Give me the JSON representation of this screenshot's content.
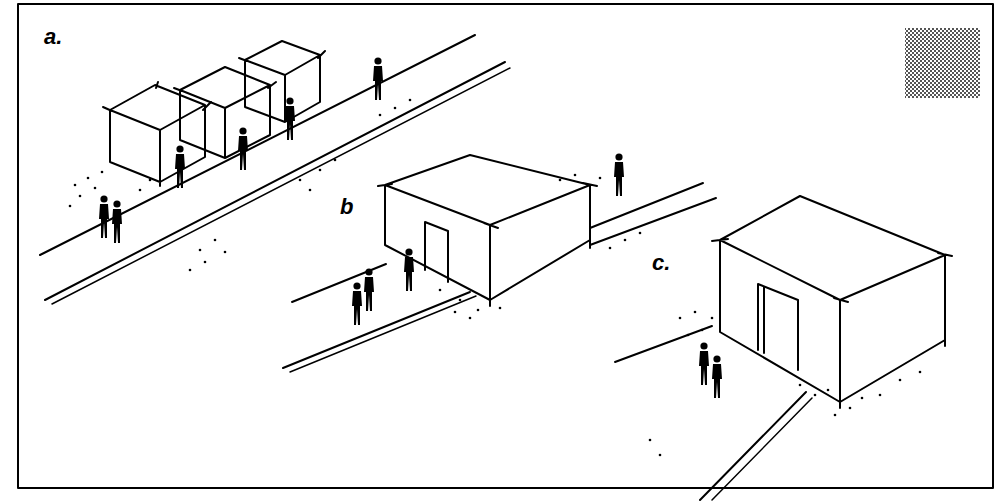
{
  "diagram": {
    "labels": [
      "a.",
      "b",
      "c."
    ]
  }
}
